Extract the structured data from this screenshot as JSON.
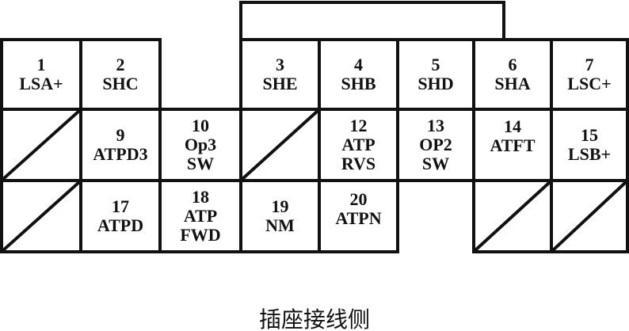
{
  "pins": {
    "p1": {
      "num": "1",
      "label": [
        "LSA+"
      ]
    },
    "p2": {
      "num": "2",
      "label": [
        "SHC"
      ]
    },
    "p3": {
      "num": "3",
      "label": [
        "SHE"
      ]
    },
    "p4": {
      "num": "4",
      "label": [
        "SHB"
      ]
    },
    "p5": {
      "num": "5",
      "label": [
        "SHD"
      ]
    },
    "p6": {
      "num": "6",
      "label": [
        "SHA"
      ]
    },
    "p7": {
      "num": "7",
      "label": [
        "LSC+"
      ]
    },
    "p9": {
      "num": "9",
      "label": [
        "ATPD3"
      ]
    },
    "p10": {
      "num": "10",
      "label": [
        "Op3",
        "SW"
      ]
    },
    "p12": {
      "num": "12",
      "label": [
        "ATP",
        "RVS"
      ]
    },
    "p13": {
      "num": "13",
      "label": [
        "OP2",
        "SW"
      ]
    },
    "p14": {
      "num": "14",
      "label": [
        "ATFT"
      ]
    },
    "p15": {
      "num": "15",
      "label": [
        "LSB+"
      ]
    },
    "p17": {
      "num": "17",
      "label": [
        "ATPD"
      ]
    },
    "p18": {
      "num": "18",
      "label": [
        "ATP",
        "FWD"
      ]
    },
    "p19": {
      "num": "19",
      "label": [
        "NM"
      ]
    },
    "p20": {
      "num": "20",
      "label": [
        "ATPN"
      ]
    }
  },
  "caption": "插座接线侧"
}
